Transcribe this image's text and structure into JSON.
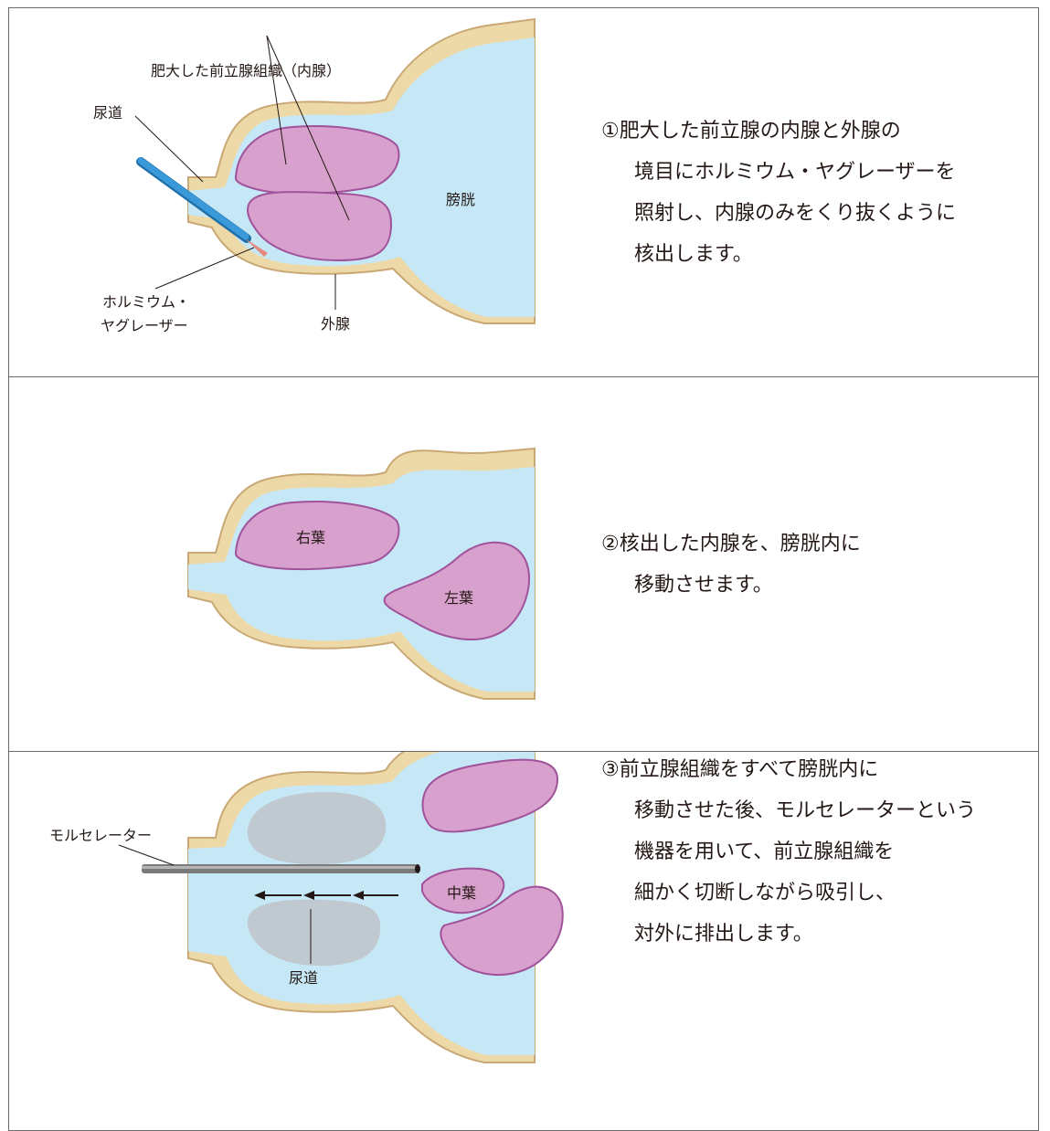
{
  "panels": [
    {
      "labels": {
        "hypertrophied_tissue": "肥大した前立腺組織（内腺）",
        "urethra": "尿道",
        "bladder": "膀胱",
        "laser_1": "ホルミウム・",
        "laser_2": "ヤグレーザー",
        "outer_gland": "外腺"
      },
      "description": [
        "①肥大した前立腺の内腺と外腺の",
        "境目にホルミウム・ヤグレーザーを",
        "照射し、内腺のみをくり抜くように",
        "核出します。"
      ]
    },
    {
      "labels": {
        "right_lobe": "右葉",
        "left_lobe": "左葉"
      },
      "description": [
        "②核出した内腺を、膀胱内に",
        "移動させます。"
      ]
    },
    {
      "labels": {
        "morcellator": "モルセレーター",
        "middle_lobe": "中葉",
        "urethra": "尿道"
      },
      "description": [
        "③前立腺組織をすべて膀胱内に",
        "移動させた後、モルセレーターという",
        "機器を用いて、前立腺組織を",
        "細かく切断しながら吸引し、",
        "対外に排出します。"
      ]
    }
  ],
  "colors": {
    "wall_fill": "#EDD9A8",
    "wall_stroke": "#C9A874",
    "lumen": "#C6E8F6",
    "tissue": "#D8A0CC",
    "tissue_stroke": "#A0529A",
    "removed_tissue": "#BFC9CF",
    "fiber": "#3A9AD9",
    "device": "#808080"
  }
}
